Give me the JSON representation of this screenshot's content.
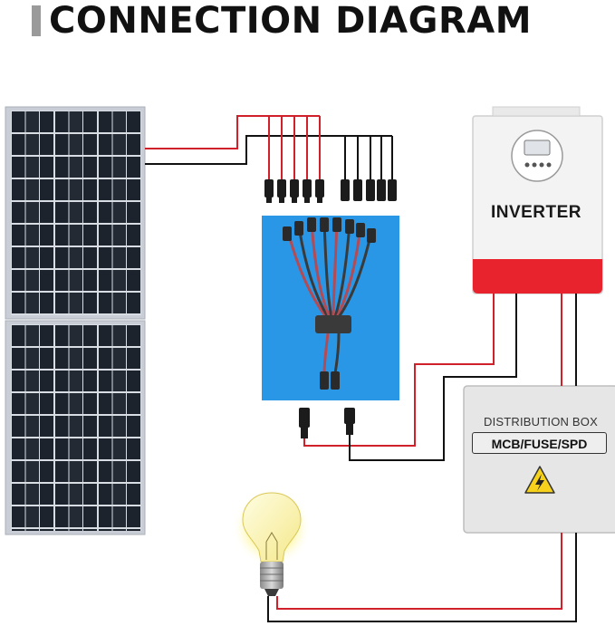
{
  "title": "CONNECTION DIAGRAM",
  "inverter": {
    "label": "INVERTER"
  },
  "distribution_box": {
    "label": "DISTRIBUTION BOX",
    "sublabel": "MCB/FUSE/SPD"
  },
  "colors": {
    "positive_wire": "#d0202a",
    "negative_wire": "#111111",
    "inverter_red": "#e8232e",
    "harness_bg": "#2a97e6",
    "warning_yellow": "#f7d21c"
  },
  "icons": [
    "solar-panel-icon",
    "mc4-connector-icon",
    "light-bulb-icon",
    "warning-lightning-icon",
    "inverter-display-icon"
  ]
}
